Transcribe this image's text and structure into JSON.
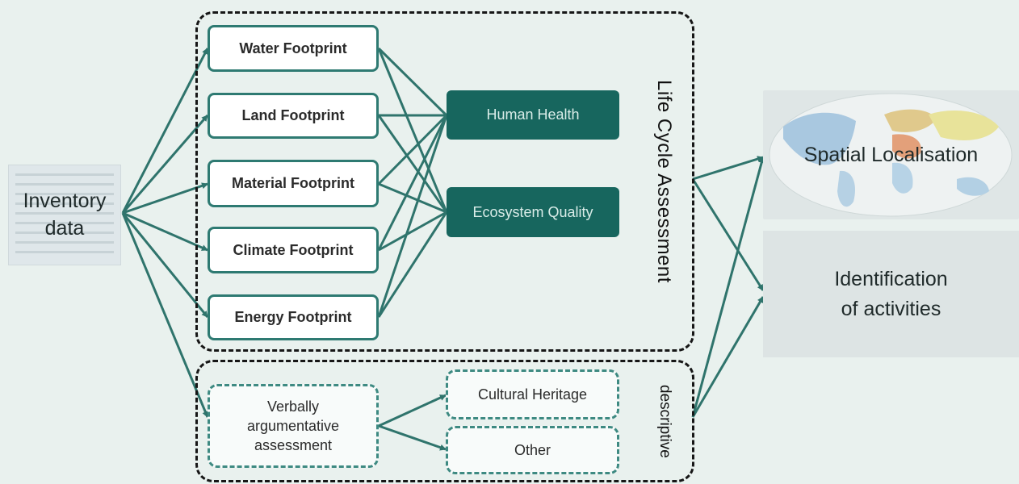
{
  "inventory": {
    "label": "Inventory data",
    "line1": "Inventory",
    "line2": "data"
  },
  "lca": {
    "label": "Life Cycle Assessment",
    "footprints": [
      {
        "label": "Water Footprint"
      },
      {
        "label": "Land Footprint"
      },
      {
        "label": "Material Footprint"
      },
      {
        "label": "Climate Footprint"
      },
      {
        "label": "Energy Footprint"
      }
    ],
    "impacts": [
      {
        "label": "Human Health"
      },
      {
        "label": "Ecosystem Quality"
      }
    ]
  },
  "descriptive": {
    "label": "descriptive",
    "assessment": {
      "label": "Verbally argumentative assessment"
    },
    "outputs": [
      {
        "label": "Cultural Heritage"
      },
      {
        "label": "Other"
      }
    ]
  },
  "results": {
    "spatial": {
      "label": "Spatial Localisation"
    },
    "activities": {
      "label": "Identification of activities",
      "line1": "Identification",
      "line2": "of activities"
    }
  },
  "colors": {
    "background": "#e9f1ee",
    "teal_border": "#2e7a72",
    "teal_fill": "#17665e",
    "arrow": "#2f746c",
    "region_border": "#161616"
  }
}
